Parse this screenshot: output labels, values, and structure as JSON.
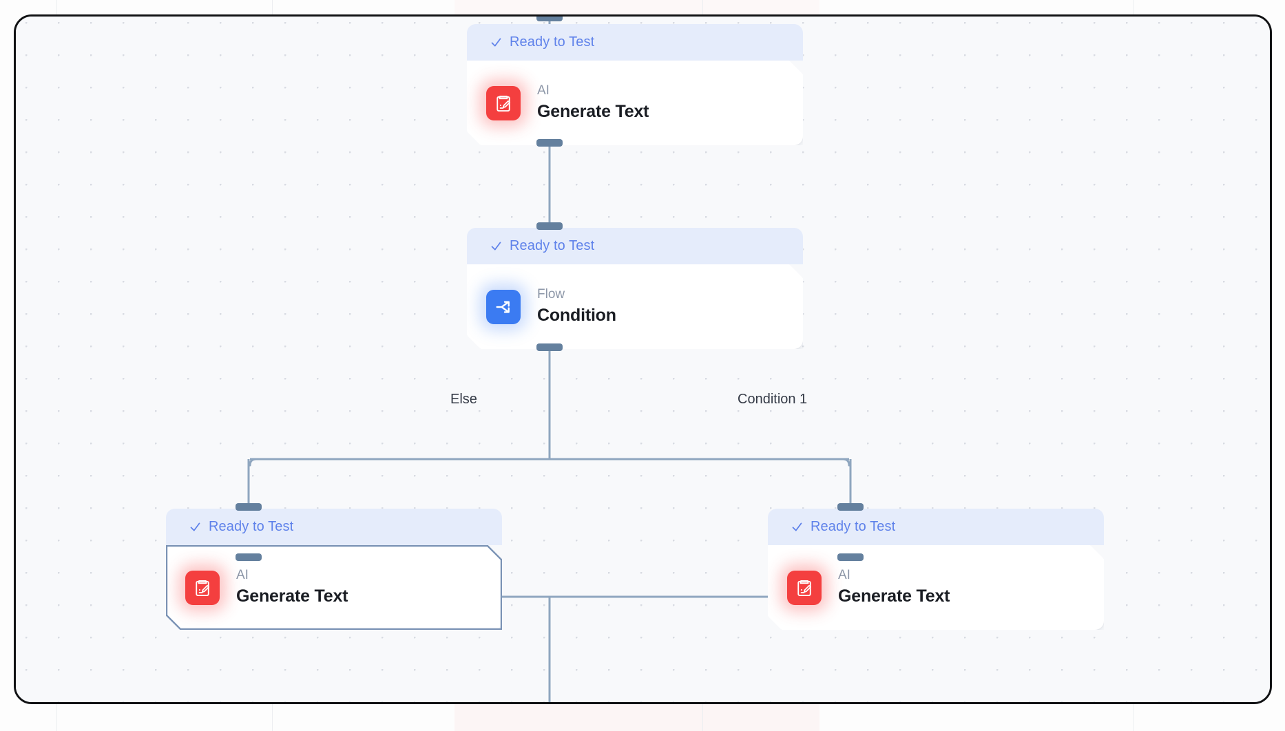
{
  "canvas": {
    "background_color": "#f8f9fb",
    "grid": "dotted",
    "frame_color": "#111214"
  },
  "palette": {
    "status_bg": "#e5ecfb",
    "status_text": "#5f82ea",
    "edge_line": "#8fa6bf",
    "handle": "#64809e",
    "ai_icon_bg": "#f43f3f",
    "flow_icon_bg": "#3b7bf2",
    "selected_border": "#7b93b5",
    "title_text": "#1a1d23",
    "kind_text": "#8d97a8"
  },
  "nodes": [
    {
      "id": "generate-text-top",
      "status": "Ready to Test",
      "kind": "AI",
      "title": "Generate Text",
      "icon": "clipboard-pencil-icon",
      "icon_color": "red",
      "selected": false
    },
    {
      "id": "condition",
      "status": "Ready to Test",
      "kind": "Flow",
      "title": "Condition",
      "icon": "branch-split-icon",
      "icon_color": "blue",
      "selected": false
    },
    {
      "id": "generate-text-else",
      "status": "Ready to Test",
      "kind": "AI",
      "title": "Generate Text",
      "icon": "clipboard-pencil-icon",
      "icon_color": "red",
      "selected": true
    },
    {
      "id": "generate-text-condition-1",
      "status": "Ready to Test",
      "kind": "AI",
      "title": "Generate Text",
      "icon": "clipboard-pencil-icon",
      "icon_color": "red",
      "selected": false
    }
  ],
  "branch_labels": [
    {
      "id": "else",
      "text": "Else"
    },
    {
      "id": "condition-1",
      "text": "Condition 1"
    }
  ]
}
